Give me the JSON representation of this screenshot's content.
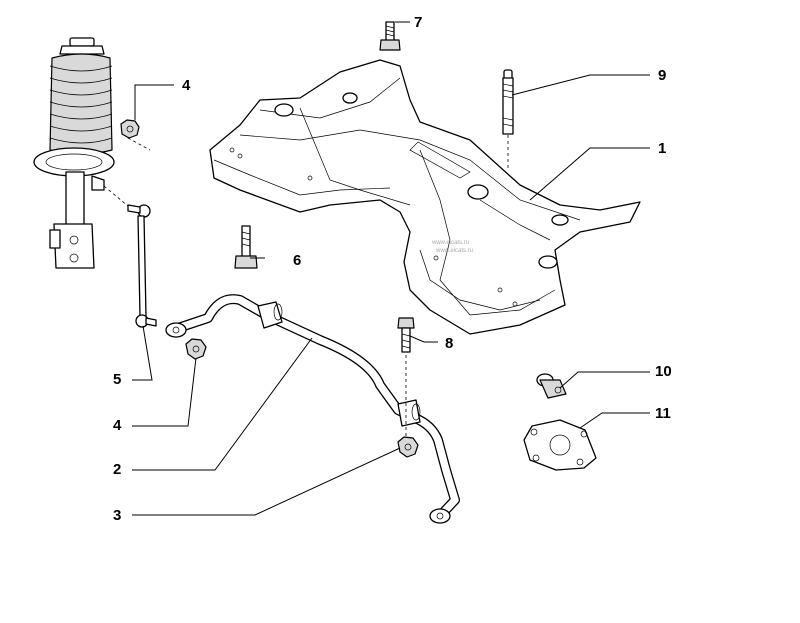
{
  "callouts": {
    "c1": "1",
    "c2": "2",
    "c3": "3",
    "c4a": "4",
    "c4b": "4",
    "c5": "5",
    "c6": "6",
    "c7": "7",
    "c8": "8",
    "c9": "9",
    "c10": "10",
    "c11": "11"
  },
  "colors": {
    "line": "#000000",
    "background": "#ffffff",
    "shade": "#d9d9d9"
  }
}
